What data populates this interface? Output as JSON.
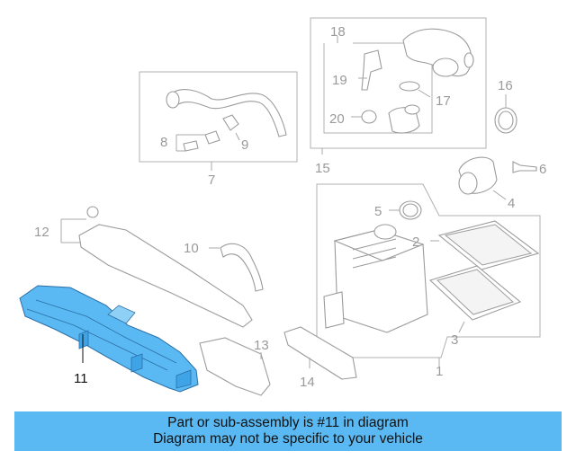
{
  "callouts": {
    "c1": "1",
    "c2": "2",
    "c3": "3",
    "c4": "4",
    "c5": "5",
    "c6": "6",
    "c7": "7",
    "c8": "8",
    "c9": "9",
    "c10": "10",
    "c11": "11",
    "c12": "12",
    "c13": "13",
    "c14": "14",
    "c15": "15",
    "c16": "16",
    "c17": "17",
    "c18": "18",
    "c19": "19",
    "c20": "20"
  },
  "highlight": {
    "part": "11",
    "color": "#5ab9f2"
  },
  "banner": {
    "line1": "Part or sub-assembly is #11 in diagram",
    "line2": "Diagram may not be specific to your vehicle",
    "color": "#5ab9f2"
  }
}
